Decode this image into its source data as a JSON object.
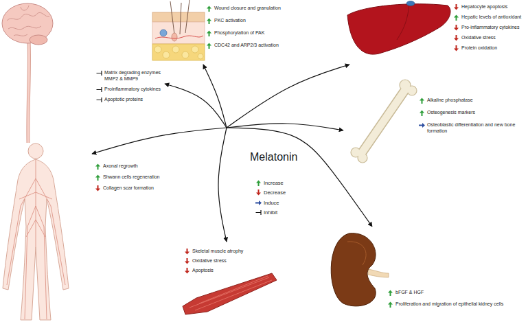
{
  "diagram": {
    "nodes": [
      {
        "text": [
          "Matrix degrading enzymes MMP2 & MMP9",
          "Proinflammatory cytokines",
          "Apoptotic proteins"
        ]
      },
      {
        "text": [
          "Wound closure and granulation",
          "PKC activation",
          "Phosphorylation of PAK",
          "CDC42 and ARP2/3 activation"
        ]
      },
      {
        "text": [
          "Hepatocyte apoptosis",
          "Hepatic levels of antioxidant",
          "Pro-inflammatory cytokines",
          "Oxidative stress",
          "Protein oxidation"
        ]
      },
      {
        "text": [
          "Alkaline phosphatase",
          "Osteogenesis markers",
          "Osteoblastic differentiation and new bone formation"
        ]
      },
      {
        "text": [
          "Axonal regrowth",
          "Shwann cells regeneration",
          "Collagen scar formation"
        ]
      },
      {
        "text": [
          "Melatonin"
        ]
      },
      {
        "text": [
          "Skeletal muscle atrophy",
          "Oxidative stress",
          "Apoptosis"
        ]
      },
      {
        "text": [
          "bFGF & HGF",
          "Proliferation and migration of epithelial kidney cells"
        ]
      }
    ],
    "edges": [
      {
        "from": 5,
        "to": 0,
        "arrow": "to"
      },
      {
        "from": 5,
        "to": 1,
        "arrow": "to"
      },
      {
        "from": 5,
        "to": 2,
        "arrow": "to"
      },
      {
        "from": 5,
        "to": 3,
        "arrow": "to"
      },
      {
        "from": 5,
        "to": 4,
        "arrow": "to"
      },
      {
        "from": 5,
        "to": 6,
        "arrow": "to"
      },
      {
        "from": 5,
        "to": 7,
        "arrow": "to"
      }
    ],
    "legend": [
      {
        "text": "Increase"
      },
      {
        "text": "Decrease"
      },
      {
        "text": "Induce"
      },
      {
        "text": "Inhibit"
      }
    ]
  }
}
